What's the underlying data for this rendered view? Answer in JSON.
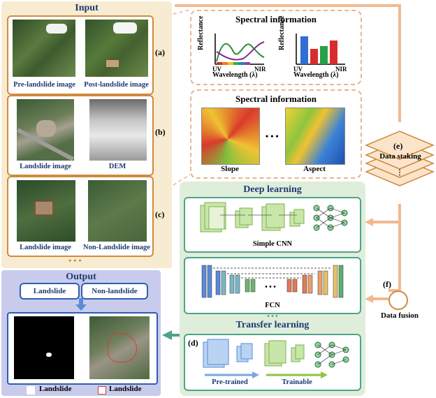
{
  "input": {
    "title": "Input",
    "row_a": {
      "label": "(a)",
      "img1_caption": "Pre-landslide image",
      "img2_caption": "Post-landslide image"
    },
    "row_b": {
      "label": "(b)",
      "img1_caption": "Landslide image",
      "img2_caption": "DEM"
    },
    "row_c": {
      "label": "(c)",
      "img1_caption": "Landslide image",
      "img2_caption": "Non-Landslide image"
    },
    "more": "• • •"
  },
  "spectral1": {
    "title": "Spectral information",
    "ylabel": "Reflectance",
    "xlabel": "Wavelength (λ)",
    "uv": "UV",
    "nir": "NIR"
  },
  "spectral2": {
    "title": "Spectral information",
    "slope": "Slope",
    "aspect": "Aspect",
    "dots": "• • •"
  },
  "data_stacking": {
    "label": "(e)",
    "text": "Data staking"
  },
  "data_fusion": {
    "label": "(f)",
    "text": "Data fusion"
  },
  "deep": {
    "title": "Deep learning",
    "cnn": "Simple CNN",
    "fcn": "FCN",
    "dots": "• • •"
  },
  "transfer": {
    "title": "Transfer learning",
    "label": "(d)",
    "pretrained": "Pre-trained",
    "trainable": "Trainable"
  },
  "output": {
    "title": "Output",
    "btn_landslide": "Landslide",
    "btn_nonlandslide": "Non-landslide",
    "legend1": "Landslide",
    "legend2": "Landslide"
  },
  "colors": {
    "orange": "#d18a3e",
    "green": "#4ea386",
    "navy": "#1e3b73",
    "blue": "#2e5fb0",
    "peach": "#f2b98f"
  }
}
